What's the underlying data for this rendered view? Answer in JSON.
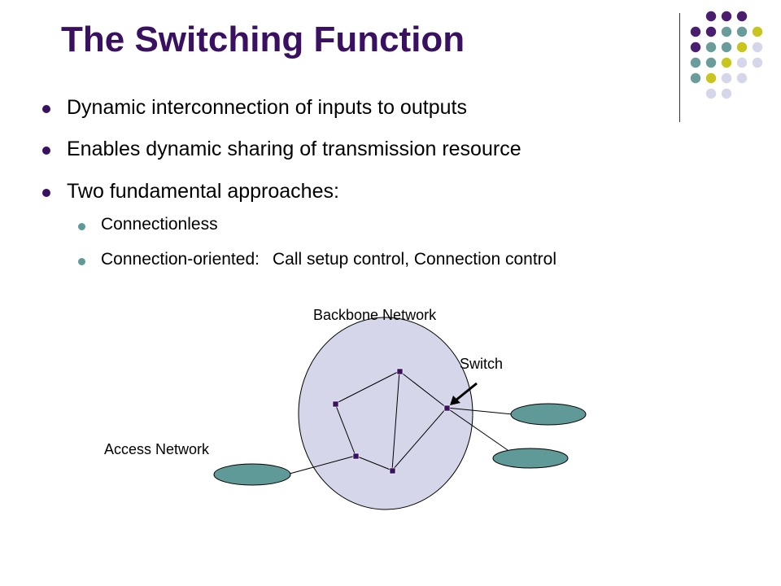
{
  "slide": {
    "title": "The Switching Function",
    "bullets": [
      "Dynamic interconnection of inputs to outputs",
      "Enables dynamic sharing of transmission resource",
      "Two fundamental approaches:"
    ],
    "sub_bullets": [
      "Connectionless",
      "Connection-oriented:",
      "Call setup control, Connection control"
    ]
  },
  "diagram": {
    "backbone_label": "Backbone Network",
    "switch_label": "Switch",
    "access_label": "Access Network"
  },
  "colors": {
    "title": "#3a1060",
    "purple": "#4b1d6e",
    "teal": "#6b9c9c",
    "olive": "#c7c51e",
    "lavender": "#d6d6ea",
    "backbone_fill": "#d6d6ea",
    "access_fill": "#5f9a98",
    "node": "#3a1060"
  }
}
